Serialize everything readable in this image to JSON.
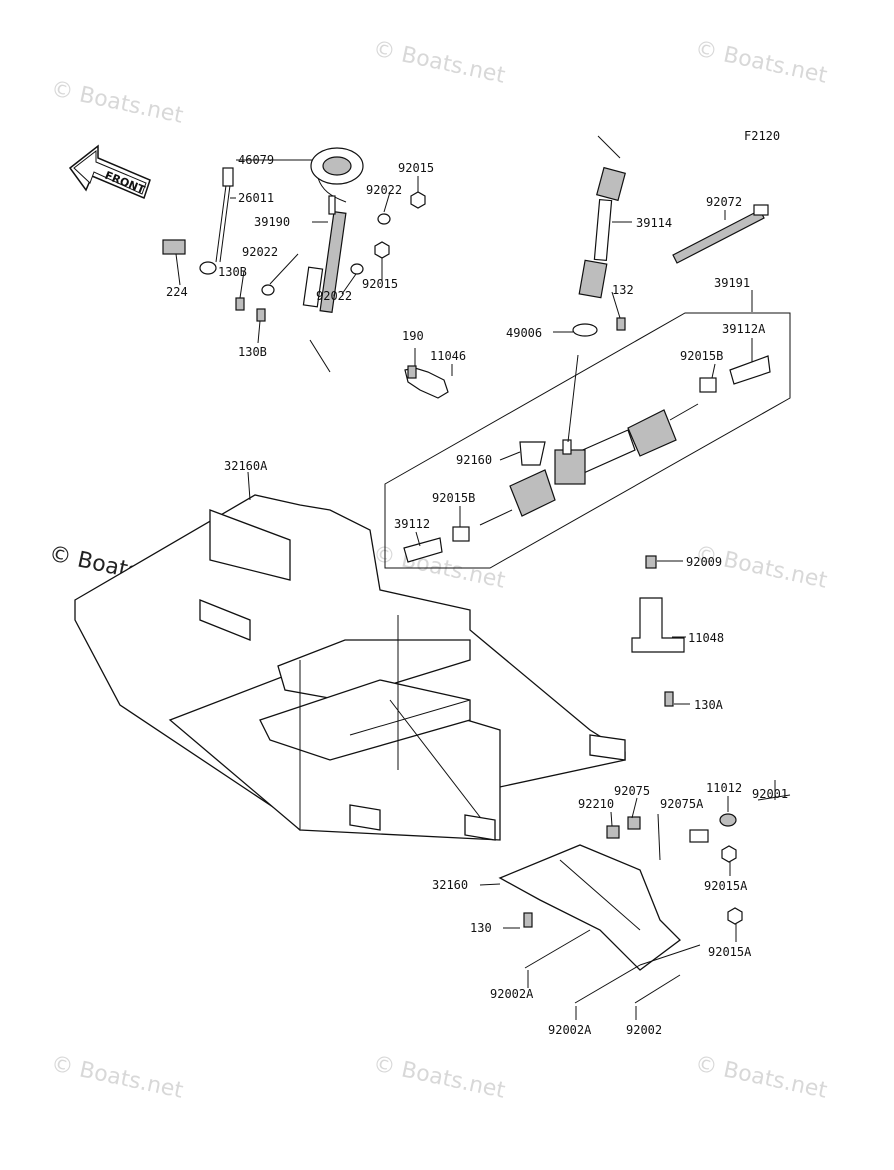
{
  "figure_code": "F2120",
  "front_label": "FRONT",
  "watermark": "© Boats.net",
  "parts": [
    "46079",
    "26011",
    "39190",
    "92015",
    "92022",
    "92022",
    "92022",
    "92015",
    "224",
    "130B",
    "130B",
    "39114",
    "92072",
    "132",
    "49006",
    "39191",
    "39112A",
    "92015B",
    "190",
    "11046",
    "92160",
    "92015B",
    "39112",
    "32160A",
    "92009",
    "11048",
    "130A",
    "92001",
    "92075",
    "11012",
    "92210",
    "92075A",
    "92015A",
    "32160",
    "130",
    "92015A",
    "92002A",
    "92002A",
    "92002"
  ]
}
